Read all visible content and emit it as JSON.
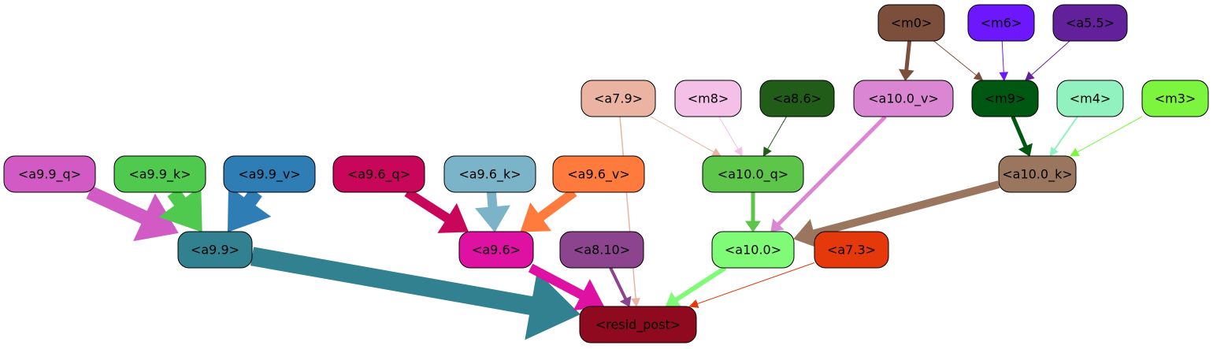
{
  "nodes": [
    {
      "id": "m0",
      "label": "<m0>",
      "fill": "#7b4f3b"
    },
    {
      "id": "m6",
      "label": "<m6>",
      "fill": "#6d17fc"
    },
    {
      "id": "a5_5",
      "label": "<a5.5>",
      "fill": "#63209b"
    },
    {
      "id": "a7_9",
      "label": "<a7.9>",
      "fill": "#eab3a2"
    },
    {
      "id": "m8",
      "label": "<m8>",
      "fill": "#f5c0e8"
    },
    {
      "id": "a8_6",
      "label": "<a8.6>",
      "fill": "#215c19"
    },
    {
      "id": "a10_0_v",
      "label": "<a10.0_v>",
      "fill": "#db86d3"
    },
    {
      "id": "m9",
      "label": "<m9>",
      "fill": "#005712"
    },
    {
      "id": "m4",
      "label": "<m4>",
      "fill": "#92f2bf"
    },
    {
      "id": "m3",
      "label": "<m3>",
      "fill": "#7df53e"
    },
    {
      "id": "a9_9_q",
      "label": "<a9.9_q>",
      "fill": "#d25ac4"
    },
    {
      "id": "a9_9_k",
      "label": "<a9.9_k>",
      "fill": "#50c94f"
    },
    {
      "id": "a9_9_v",
      "label": "<a9.9_v>",
      "fill": "#2f7db5"
    },
    {
      "id": "a9_6_q",
      "label": "<a9.6_q>",
      "fill": "#c8065a"
    },
    {
      "id": "a9_6_k",
      "label": "<a9.6_k>",
      "fill": "#7bb3c8"
    },
    {
      "id": "a9_6_v",
      "label": "<a9.6_v>",
      "fill": "#fe7b3d"
    },
    {
      "id": "a10_0_q",
      "label": "<a10.0_q>",
      "fill": "#5dc54a"
    },
    {
      "id": "a10_0_k",
      "label": "<a10.0_k>",
      "fill": "#9b765f"
    },
    {
      "id": "a9_9",
      "label": "<a9.9>",
      "fill": "#328190"
    },
    {
      "id": "a9_6",
      "label": "<a9.6>",
      "fill": "#de11a2"
    },
    {
      "id": "a8_10",
      "label": "<a8.10>",
      "fill": "#8c448e"
    },
    {
      "id": "a10_0",
      "label": "<a10.0>",
      "fill": "#7ffb77"
    },
    {
      "id": "a7_3",
      "label": "<a7.3>",
      "fill": "#e5380b"
    },
    {
      "id": "resid_post",
      "label": "<resid_post>",
      "fill": "#900a1f"
    }
  ],
  "edges": [
    {
      "from": "m0",
      "to": "a10_0_v",
      "color": "#7b4f3b",
      "weight": 5
    },
    {
      "from": "m0",
      "to": "m9",
      "color": "#7b4f3b",
      "weight": 1
    },
    {
      "from": "m6",
      "to": "m9",
      "color": "#6d17fc",
      "weight": 1
    },
    {
      "from": "a5_5",
      "to": "m9",
      "color": "#63209b",
      "weight": 1
    },
    {
      "from": "a7_9",
      "to": "a10_0_q",
      "color": "#eab3a2",
      "weight": 1
    },
    {
      "from": "a7_9",
      "to": "resid_post",
      "color": "#eab3a2",
      "weight": 1.5
    },
    {
      "from": "m8",
      "to": "a10_0_q",
      "color": "#f5c0e8",
      "weight": 1
    },
    {
      "from": "a8_6",
      "to": "a10_0_q",
      "color": "#215c19",
      "weight": 1
    },
    {
      "from": "a10_0_v",
      "to": "a10_0",
      "color": "#db86d3",
      "weight": 5
    },
    {
      "from": "m9",
      "to": "a10_0_k",
      "color": "#005712",
      "weight": 5
    },
    {
      "from": "m4",
      "to": "a10_0_k",
      "color": "#92f2bf",
      "weight": 2
    },
    {
      "from": "m3",
      "to": "a10_0_k",
      "color": "#7df53e",
      "weight": 1
    },
    {
      "from": "a10_0_q",
      "to": "a10_0",
      "color": "#5dc54a",
      "weight": 5
    },
    {
      "from": "a10_0_k",
      "to": "a10_0",
      "color": "#9b765f",
      "weight": 10
    },
    {
      "from": "a9_9_q",
      "to": "a9_9",
      "color": "#d25ac4",
      "weight": 18
    },
    {
      "from": "a9_9_k",
      "to": "a9_9",
      "color": "#50c94f",
      "weight": 18
    },
    {
      "from": "a9_9_v",
      "to": "a9_9",
      "color": "#2f7db5",
      "weight": 18
    },
    {
      "from": "a9_6_q",
      "to": "a9_6",
      "color": "#c8065a",
      "weight": 12
    },
    {
      "from": "a9_6_k",
      "to": "a9_6",
      "color": "#7bb3c8",
      "weight": 12
    },
    {
      "from": "a9_6_v",
      "to": "a9_6",
      "color": "#fe7b3d",
      "weight": 12
    },
    {
      "from": "a9_9",
      "to": "resid_post",
      "color": "#328190",
      "weight": 24
    },
    {
      "from": "a9_6",
      "to": "resid_post",
      "color": "#de11a2",
      "weight": 12
    },
    {
      "from": "a8_10",
      "to": "resid_post",
      "color": "#8c448e",
      "weight": 4
    },
    {
      "from": "a10_0",
      "to": "resid_post",
      "color": "#7ffb77",
      "weight": 6
    },
    {
      "from": "a7_3",
      "to": "resid_post",
      "color": "#e5380b",
      "weight": 1
    }
  ]
}
